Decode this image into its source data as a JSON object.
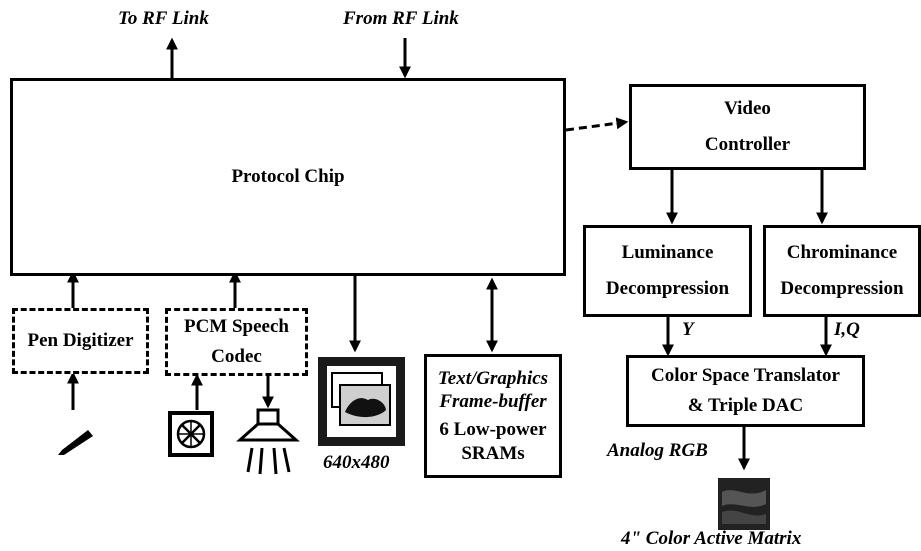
{
  "labels": {
    "to_rf": "To RF Link",
    "from_rf": "From RF Link",
    "protocol_chip": "Protocol Chip",
    "video_controller_1": "Video",
    "video_controller_2": "Controller",
    "luminance_1": "Luminance",
    "luminance_2": "Decompression",
    "chrominance_1": "Chrominance",
    "chrominance_2": "Decompression",
    "y_signal": "Y",
    "iq_signal": "I,Q",
    "cst_1": "Color Space Translator",
    "cst_2": "& Triple DAC",
    "analog_rgb": "Analog RGB",
    "display": "4\" Color Active Matrix",
    "pen_digitizer": "Pen Digitizer",
    "pcm_1": "PCM Speech",
    "pcm_2": "Codec",
    "screen_res": "640x480",
    "fb_1": "Text/Graphics",
    "fb_2": "Frame-buffer",
    "fb_3": "6 Low-power",
    "fb_4": "SRAMs"
  }
}
